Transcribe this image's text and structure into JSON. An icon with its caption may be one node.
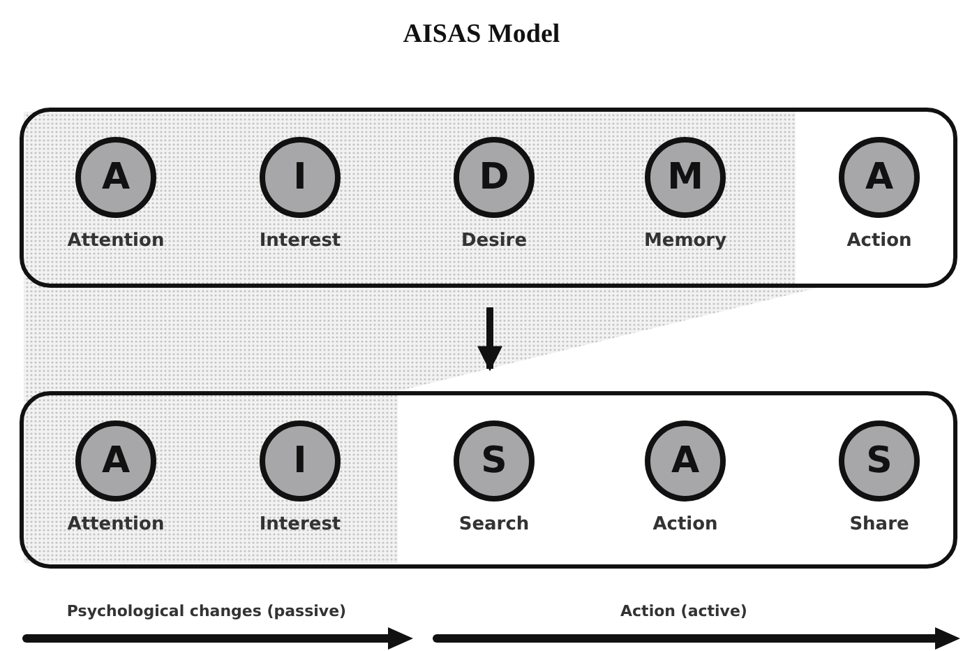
{
  "diagram": {
    "title": "AISAS Model",
    "nodes": [
      {
        "text": [],
        "shape": "box"
      },
      {
        "text": [
          "A",
          "Attention"
        ],
        "in": 0
      },
      {
        "text": [
          "I",
          "Interest"
        ],
        "in": 0
      },
      {
        "text": [
          "D",
          "Desire"
        ],
        "in": 0
      },
      {
        "text": [
          "M",
          "Memory"
        ],
        "in": 0
      },
      {
        "text": [
          "A",
          "Action"
        ],
        "in": 0
      },
      {
        "text": [],
        "shape": "box"
      },
      {
        "text": [
          "A",
          "Attention"
        ],
        "in": 6
      },
      {
        "text": [
          "I",
          "Interest"
        ],
        "in": 6
      },
      {
        "text": [
          "S",
          "Search"
        ],
        "in": 6
      },
      {
        "text": [
          "A",
          "Action"
        ],
        "in": 6
      },
      {
        "text": [
          "S",
          "Share"
        ],
        "in": 6
      }
    ],
    "edges": [
      {
        "from": 0,
        "to": 6,
        "arrow": "to"
      }
    ],
    "labels": [
      "Psychological changes (passive)",
      "Action (active)"
    ]
  }
}
